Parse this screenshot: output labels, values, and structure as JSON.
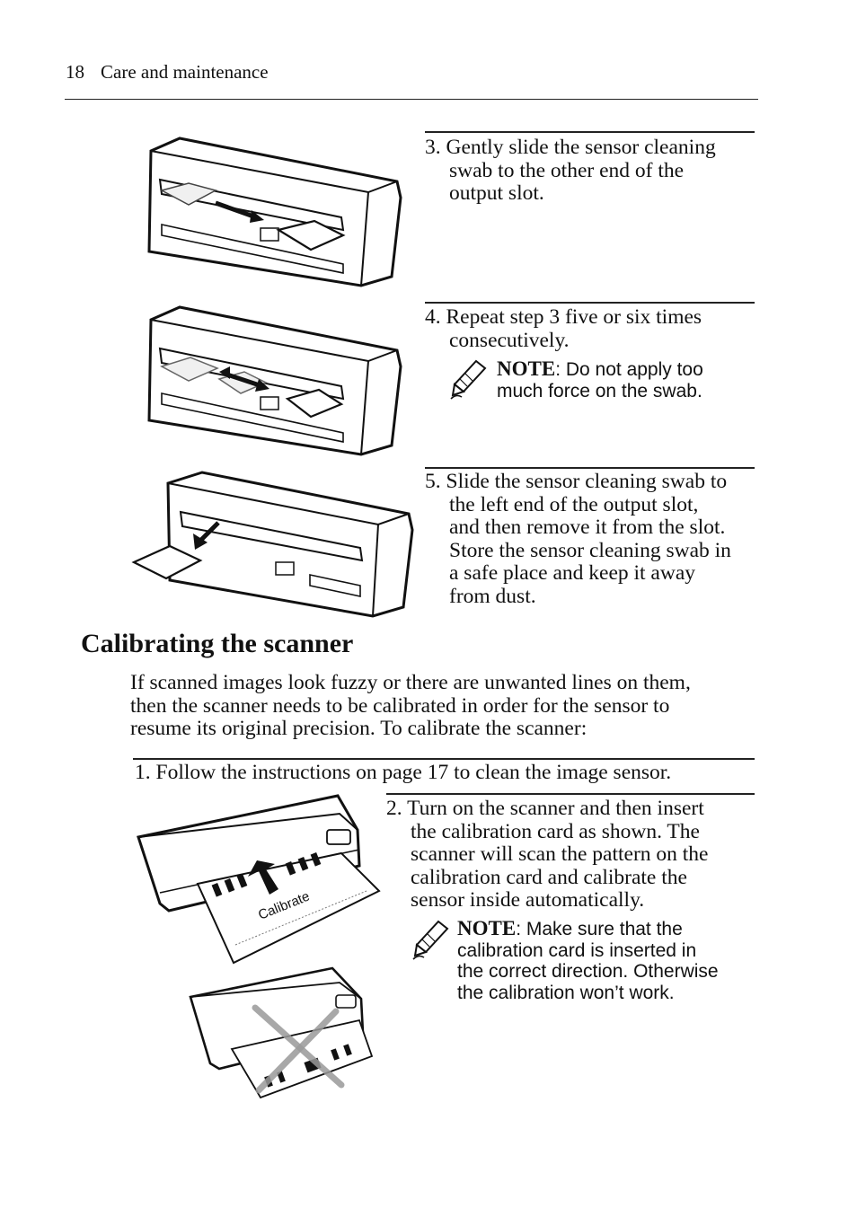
{
  "header": {
    "page_number": "18",
    "section": "Care and maintenance"
  },
  "steps_top": [
    {
      "lines": [
        "3. Gently slide the sensor cleaning",
        "swab to the other end of the",
        "output slot."
      ]
    },
    {
      "lines": [
        "4. Repeat step 3 five or six times",
        "consecutively."
      ]
    },
    {
      "lines": [
        "5. Slide the sensor cleaning swab to",
        "the left end of the output slot,",
        "and then remove it from the slot.",
        "Store the sensor cleaning swab in",
        "a safe place and keep it away",
        "from dust."
      ]
    }
  ],
  "note1": {
    "label": "NOTE",
    "lines": [
      ": Do not apply too",
      "much force on the swab."
    ]
  },
  "calibration": {
    "title": "Calibrating the scanner",
    "intro": [
      "If scanned images look fuzzy or there are unwanted lines on them,",
      "then the scanner needs to be calibrated in order for the sensor to",
      "resume its original precision. To calibrate the scanner:"
    ],
    "step1": "1. Follow the instructions on page 17 to clean the image sensor.",
    "step2": [
      "2. Turn on the scanner and then insert",
      "the calibration card as shown. The",
      "scanner will scan the pattern on the",
      "calibration card and calibrate the",
      "sensor inside automatically."
    ],
    "note2": {
      "label": "NOTE",
      "lines": [
        ": Make sure that the",
        "calibration card is inserted in",
        "the correct direction. Otherwise",
        "the calibration won’t work."
      ]
    },
    "card_text": "Calibrate"
  },
  "icons": {
    "note": "pencil-note-icon",
    "wrong": "red-x-icon"
  }
}
